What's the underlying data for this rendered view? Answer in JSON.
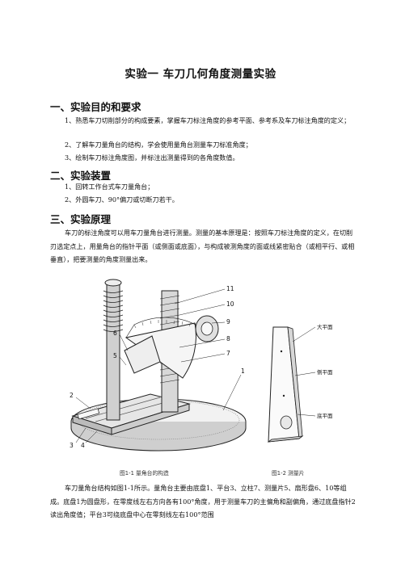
{
  "title": "实验一  车刀几何角度测量实验",
  "section1": {
    "heading": "一、实验目的和要求",
    "item1": "1、熟悉车刀切削部分的构成要素，掌握车刀标注角度的参考平面、参考系及车刀标注角度的定义；",
    "item2": "2、了解车刀量角台的结构，学会使用量角台测量车刀标准角度；",
    "item3": "3、绘制车刀标注角度图，并标注出测量得到的各角度数值。"
  },
  "section2": {
    "heading": "二、实验装置",
    "item1": "1、回转工作台式车刀量角台；",
    "item2": "2、外圆车刀、90°偏刀或切断刀若干。"
  },
  "section3": {
    "heading": "三、实验原理",
    "para1": "车刀的标注角度可以用车刀量角台进行测量。测量的基本原理是：按照车刀标注角度的定义，在切削刃选定点上，用量角台的指针平面（或侧面或底面），与构成被测角度的面或线紧密贴合（或相平行、或相垂直），把要测量的角度测量出来。",
    "para2": "车刀量角台结构如图1-1所示。量角台主要由底盘1、平台3、立柱7、测量片5、扇形盘6、10等组成。底盘1为圆盘形，在零度线左右方向各有100°角度，用于测量车刀的主偏角和副偏角，通过底盘指针2读出角度值；平台3可绕底盘中心在零刻线左右100°范围"
  },
  "figure1": {
    "caption": "图1-1  量角台的构造",
    "labels": [
      "11",
      "10",
      "9",
      "8",
      "7",
      "1",
      "6",
      "5",
      "2",
      "3",
      "4"
    ]
  },
  "figure2": {
    "caption": "图1-2  测量片",
    "labels": [
      "大平面",
      "侧平面",
      "底平面"
    ]
  }
}
